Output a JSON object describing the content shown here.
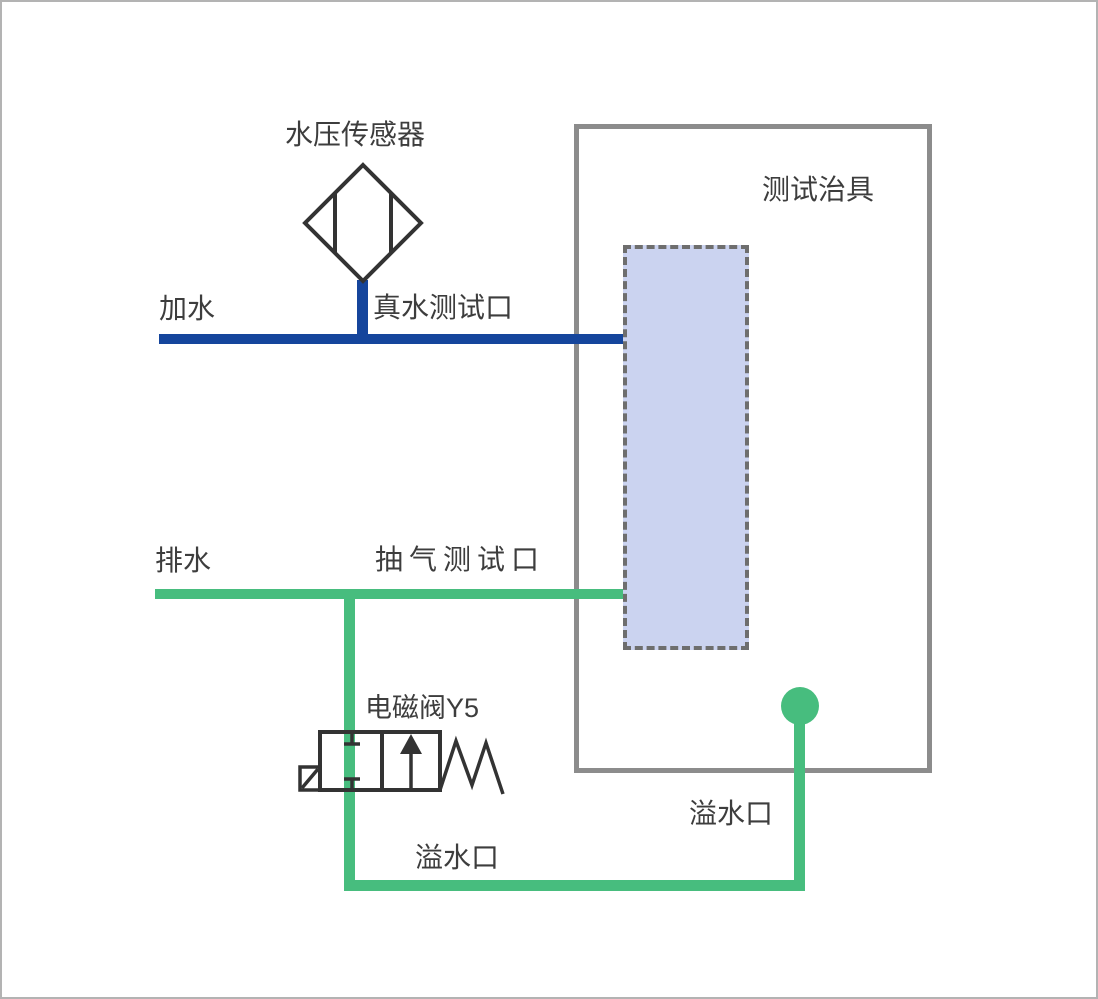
{
  "diagram": {
    "type": "piping-schematic",
    "labels": {
      "sensor": "水压传感器",
      "add_water": "加水",
      "real_water_port": "真水测试口",
      "fixture": "测试治具",
      "drain": "排水",
      "suction_port": "抽气测试口",
      "valve": "电磁阀Y5",
      "overflow_port_bottom": "溢水口",
      "overflow_port_right": "溢水口"
    },
    "colors": {
      "water_supply_line": "#15459c",
      "drain_overflow_line": "#47bd7e",
      "fixture_border": "#8c8c8c",
      "dut_fill": "#cbd3f0",
      "dut_border": "#6e6e6e",
      "symbol_stroke": "#333333",
      "label_text": "#3d3d3d",
      "canvas_border": "#b3b3b3",
      "background": "#ffffff"
    },
    "symbols": [
      "water-pressure-sensor-diamond",
      "solenoid-valve-2-2-way",
      "overflow-port-dot"
    ]
  }
}
